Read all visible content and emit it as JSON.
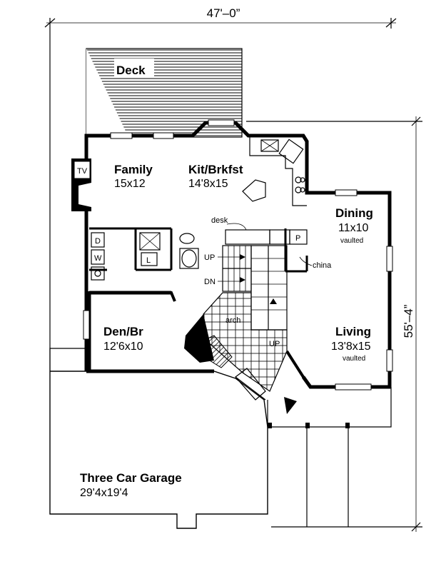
{
  "plan": {
    "dimensions": {
      "width": "47'–0”",
      "depth": "55'–4”"
    },
    "rooms": {
      "deck": {
        "name": "Deck"
      },
      "family": {
        "name": "Family",
        "size": "15x12"
      },
      "kitchen": {
        "name": "Kit/Brkfst",
        "size": "14'8x15"
      },
      "dining": {
        "name": "Dining",
        "size": "11x10",
        "note": "vaulted"
      },
      "living": {
        "name": "Living",
        "size": "13'8x15",
        "note": "vaulted"
      },
      "den": {
        "name": "Den/Br",
        "size": "12'6x10"
      },
      "garage": {
        "name": "Three Car Garage",
        "size": "29'4x19'4"
      }
    },
    "labels": {
      "tv": "TV",
      "desk": "desk",
      "pantry": "P",
      "china": "china",
      "dryer": "D",
      "washer": "W",
      "linen": "L",
      "stair_up": "UP",
      "stair_down": "DN",
      "arch": "arch",
      "foyer_up": "UP"
    }
  }
}
